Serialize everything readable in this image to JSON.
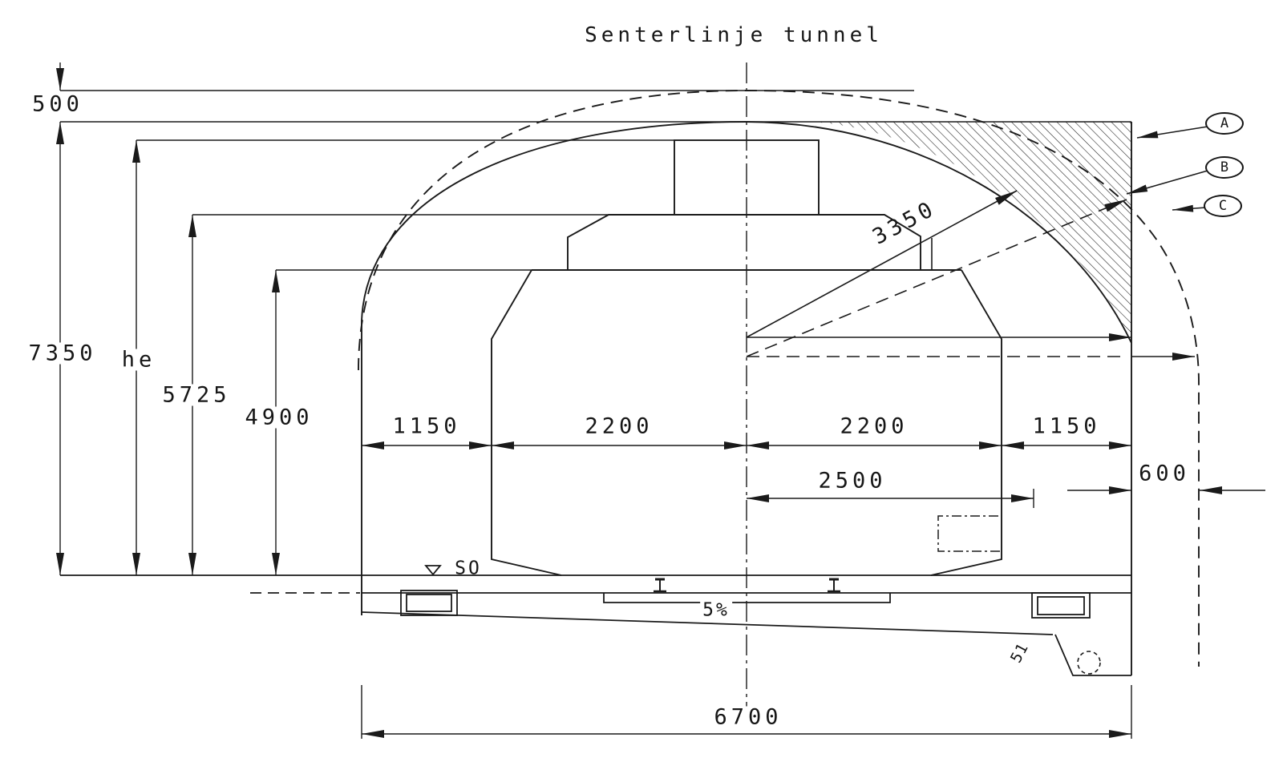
{
  "title": "Senterlinje tunnel",
  "colors": {
    "line": "#1a1a1a",
    "background": "#ffffff"
  },
  "dimensions": {
    "profile_offset": "500",
    "total_height": "7350",
    "effective_height": "he",
    "height_upper": "5725",
    "height_body": "4900",
    "side_left": "1150",
    "lane_left": "2200",
    "lane_right": "2200",
    "side_right": "1150",
    "half_width": "2500",
    "wall_clearance": "600",
    "radius": "3350",
    "total_width": "6700",
    "cross_fall": "5%",
    "section_mark": "51"
  },
  "markers": {
    "rail_level": "SO"
  },
  "callouts": [
    {
      "label": "A"
    },
    {
      "label": "B"
    },
    {
      "label": "C"
    }
  ]
}
